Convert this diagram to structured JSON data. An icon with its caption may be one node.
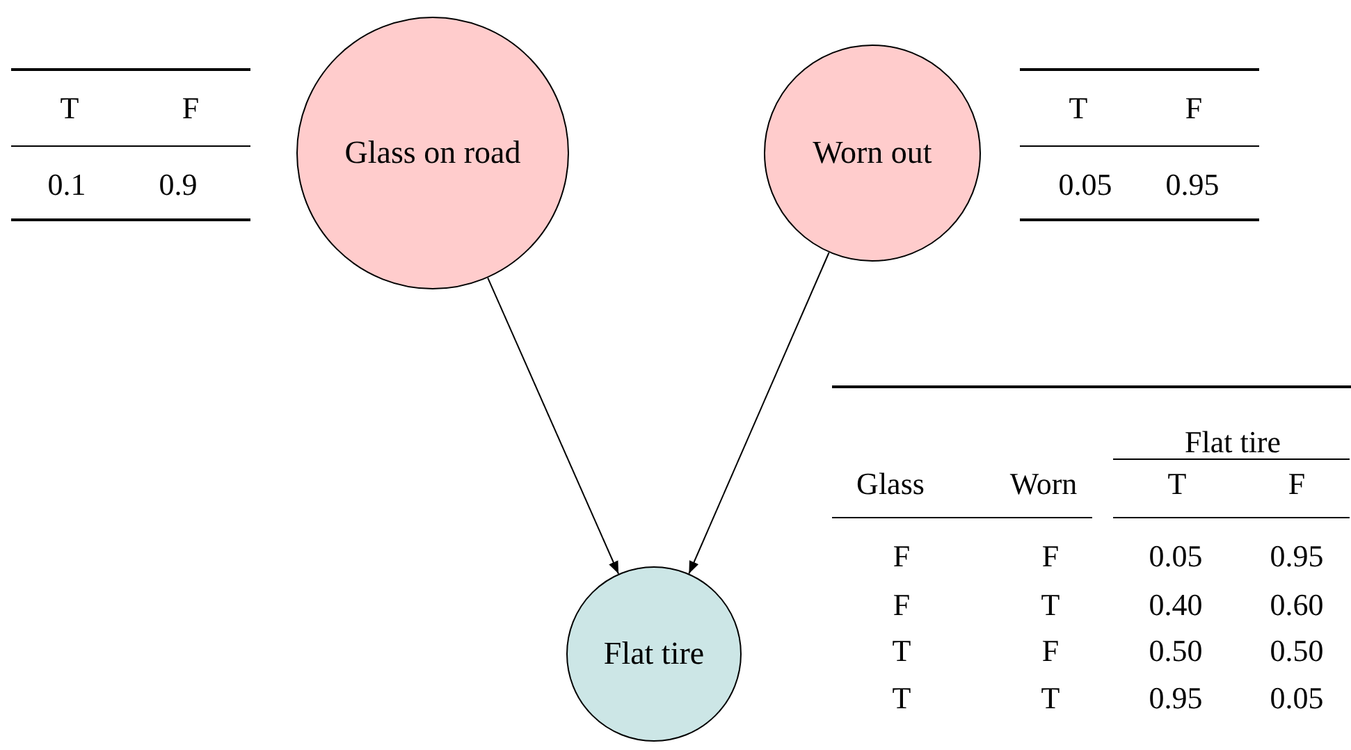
{
  "diagram": {
    "nodes": [
      {
        "text": [
          "Glass on road"
        ]
      },
      {
        "text": [
          "Worn out"
        ]
      },
      {
        "text": [
          "Flat tire"
        ]
      }
    ],
    "edges": [
      {
        "from": 0,
        "to": 2,
        "arrow": "to"
      },
      {
        "from": 1,
        "to": 2,
        "arrow": "to"
      }
    ],
    "labels": [
      "T",
      "F",
      "0.1",
      "0.9",
      "T",
      "F",
      "0.05",
      "0.95",
      "Flat tire",
      "Glass",
      "Worn",
      "T",
      "F",
      "F",
      "F",
      "0.05",
      "0.95",
      "F",
      "T",
      "0.40",
      "0.60",
      "T",
      "F",
      "0.50",
      "0.50",
      "T",
      "T",
      "0.95",
      "0.05"
    ]
  }
}
